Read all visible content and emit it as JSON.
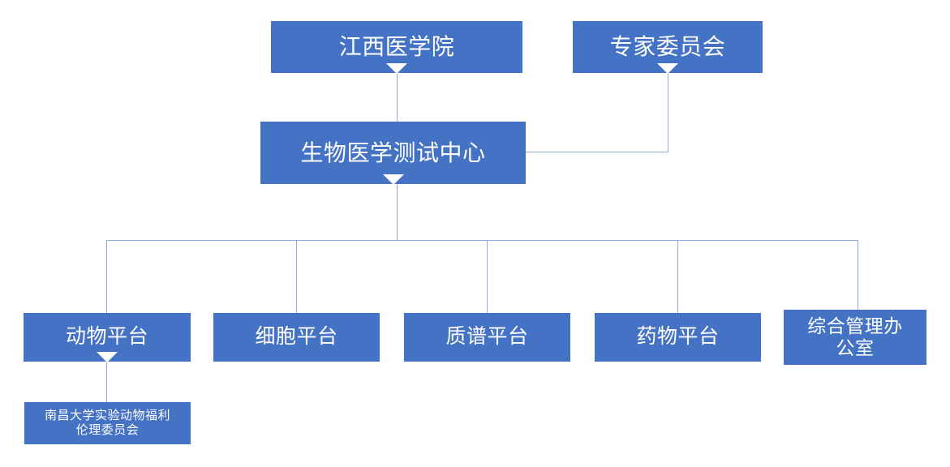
{
  "diagram": {
    "type": "organization-chart",
    "title_node": "江西医学院",
    "colors": {
      "node_fill": "#4472c4",
      "node_text": "#ffffff",
      "connector": "#8faadc",
      "background": "#ffffff"
    },
    "nodes": {
      "college": {
        "label": "江西医学院",
        "level": 0
      },
      "expert_committee": {
        "label": "专家委员会",
        "level": 0
      },
      "center": {
        "label": "生物医学测试中心",
        "level": 1
      },
      "animal_platform": {
        "label": "动物平台",
        "level": 2
      },
      "cell_platform": {
        "label": "细胞平台",
        "level": 2
      },
      "mass_spec_platform": {
        "label": "质谱平台",
        "level": 2
      },
      "drug_platform": {
        "label": "药物平台",
        "level": 2
      },
      "admin_office": {
        "label": "综合管理办\n公室",
        "level": 2
      },
      "ethics_committee": {
        "label": "南昌大学实验动物福利\n伦理委员会",
        "level": 3
      }
    },
    "edges": [
      {
        "from": "college",
        "to": "center",
        "style": "arrow"
      },
      {
        "from": "expert_committee",
        "to": "center",
        "style": "elbow"
      },
      {
        "from": "center",
        "to": "animal_platform",
        "style": "bus"
      },
      {
        "from": "center",
        "to": "cell_platform",
        "style": "bus"
      },
      {
        "from": "center",
        "to": "mass_spec_platform",
        "style": "bus"
      },
      {
        "from": "center",
        "to": "drug_platform",
        "style": "bus"
      },
      {
        "from": "center",
        "to": "admin_office",
        "style": "bus"
      },
      {
        "from": "animal_platform",
        "to": "ethics_committee",
        "style": "arrow"
      }
    ]
  }
}
